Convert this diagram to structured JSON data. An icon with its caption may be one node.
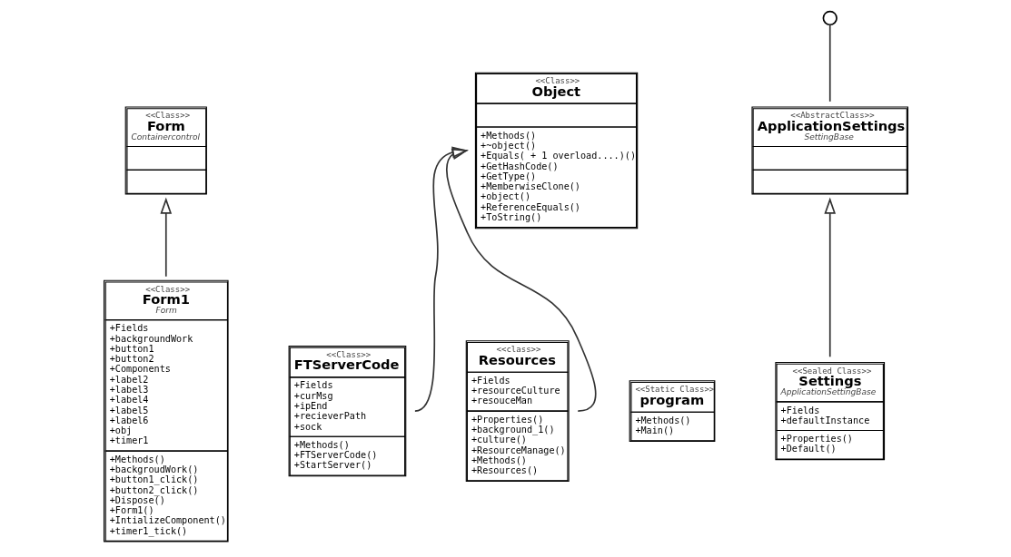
{
  "diagram": {
    "nodes": [
      {
        "text": [
          "<<Class>>",
          "Form",
          "Containercontrol"
        ]
      },
      {
        "text": [
          "<<Class>>",
          "Form1",
          "Form",
          "+Fields",
          "+backgroundWork",
          "+button1",
          "+button2",
          "+Components",
          "+label2",
          "+label3",
          "+label4",
          "+label5",
          "+label6",
          "+obj",
          "+timer1",
          "+Methods()",
          "+backgroudWork()",
          "+button1_click()",
          "+button2_click()",
          "+Dispose()",
          "+Form1()",
          "+IntializeComponent()",
          "+timer1_tick()"
        ]
      },
      {
        "text": [
          "<<Class>>",
          "FTServerCode",
          "+Fields",
          "+curMsg",
          "+ipEnd",
          "+recieverPath",
          "+sock",
          "+Methods()",
          "+FTServerCode()",
          "+StartServer()"
        ]
      },
      {
        "text": [
          "<<Static Class>>",
          "program",
          "+Methods()",
          "+Main()"
        ]
      },
      {
        "text": [],
        "shape": "circle"
      },
      {
        "text": [
          "<<AbstractClass>>",
          "ApplicationSettings",
          "SettingBase"
        ]
      },
      {
        "text": [
          "<<Class>>",
          "Object",
          "+Methods()",
          "+~object()",
          "+Equals( + 1 overload....)()",
          "+GetHashCode()",
          "+GetType()",
          "+MemberwiseClone()",
          "+object()",
          "+ReferenceEquals()",
          "+ToString()"
        ]
      },
      {
        "text": [
          "<<class>>",
          "Resources",
          "+Fields",
          "+resourceCulture",
          "+resouceMan",
          "+Properties()",
          "+background_1()",
          "+culture()",
          "+ResourceManage()",
          "+Methods()",
          "+Resources()"
        ]
      },
      {
        "text": [
          "<<Sealed Class>>",
          "Settings",
          "ApplicationSettingBase",
          "+Fields",
          "+defaultInstance",
          "+Properties()",
          "+Default()"
        ]
      }
    ],
    "edges": [
      {
        "from": 1,
        "to": 0,
        "arrow": "to"
      },
      {
        "from": 2,
        "to": 6,
        "arrow": "to"
      },
      {
        "from": 7,
        "to": 6,
        "arrow": "to"
      },
      {
        "from": 4,
        "to": 5,
        "arrow": "none"
      },
      {
        "from": 8,
        "to": 5,
        "arrow": "to"
      }
    ]
  }
}
